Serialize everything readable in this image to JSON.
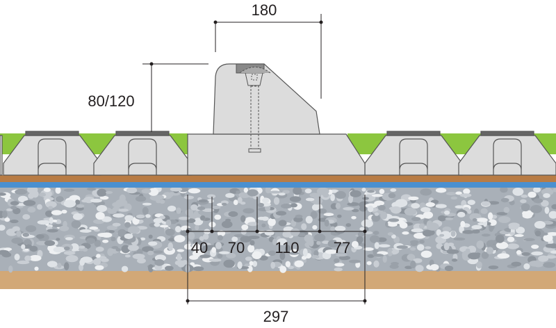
{
  "dimensions": {
    "top_width": "180",
    "height": "80/120",
    "seg1": "40",
    "seg2": "70",
    "seg3": "110",
    "seg4": "77",
    "total_width": "297"
  },
  "colors": {
    "grass": "#8cc63f",
    "paver": "#dcdcdc",
    "soil": "#b87c45",
    "membrane": "#4a90d0",
    "gravel": "#a9b0b8",
    "sand": "#d2a877"
  }
}
